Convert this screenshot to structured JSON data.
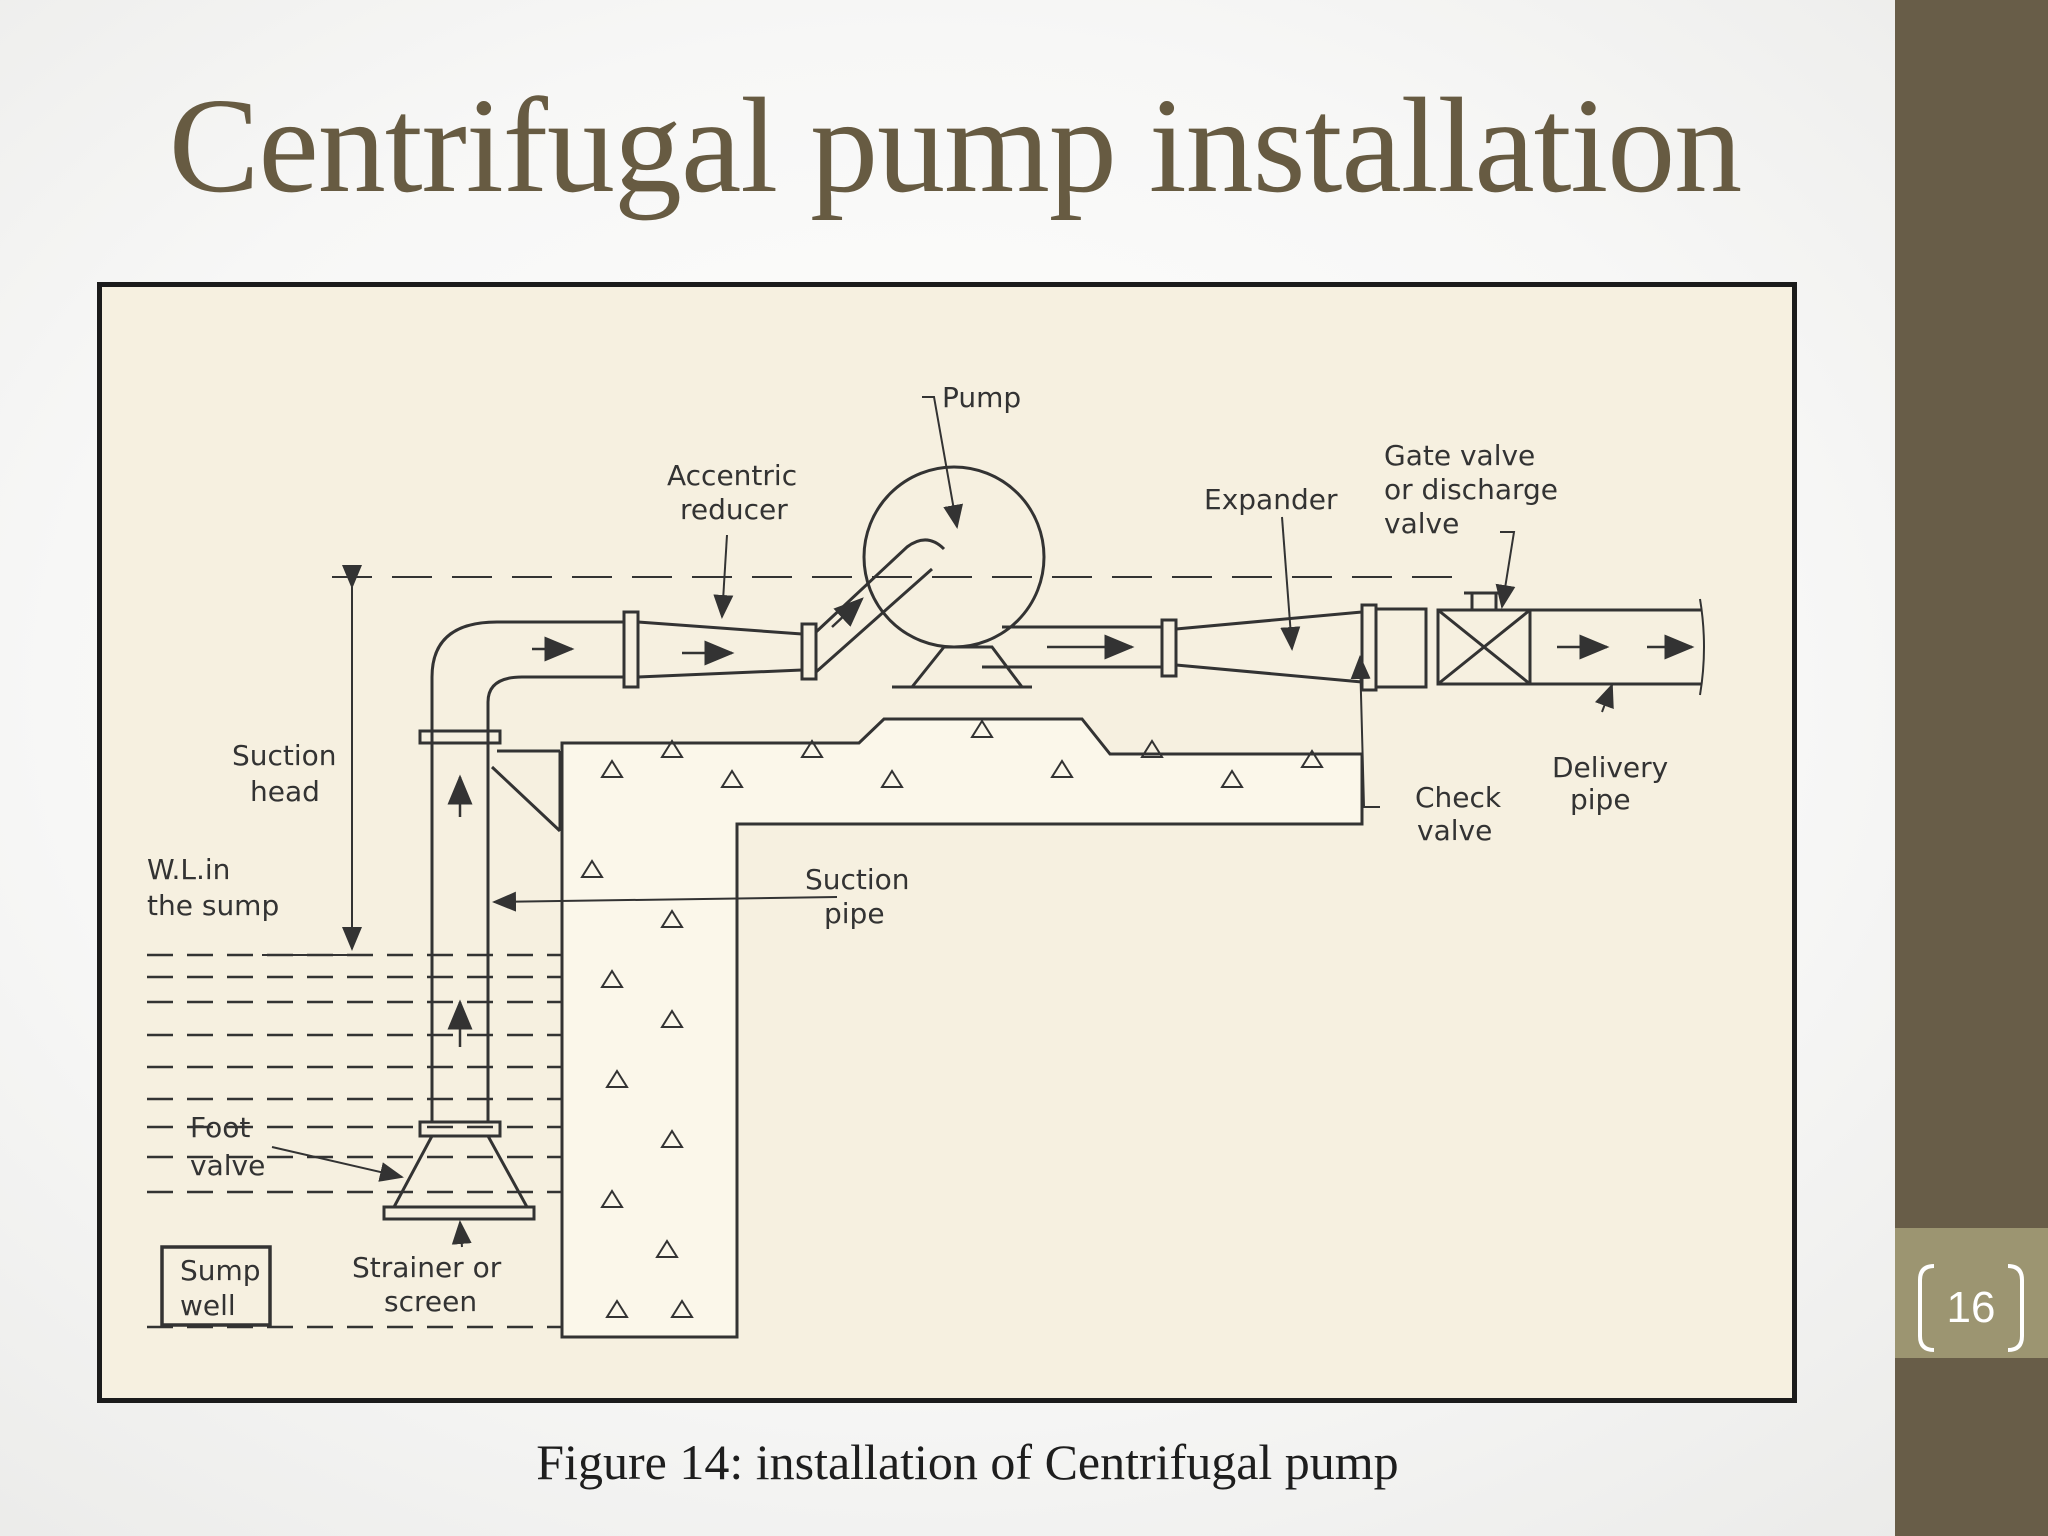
{
  "slide": {
    "title": "Centrifugal pump installation",
    "page_number": "16",
    "caption": "Figure 14: installation of Centrifugal pump"
  },
  "diagram": {
    "labels": {
      "pump": "Pump",
      "accentric_1": "Accentric",
      "accentric_2": "reducer",
      "expander": "Expander",
      "gate_1": "Gate valve",
      "gate_2": "or discharge",
      "gate_3": "valve",
      "suction_head_1": "Suction",
      "suction_head_2": "head",
      "wl_1": "W.L.in",
      "wl_2": "the sump",
      "suction_pipe_1": "Suction",
      "suction_pipe_2": "pipe",
      "check_1": "Check",
      "check_2": "valve",
      "delivery_1": "Delivery",
      "delivery_2": "pipe",
      "foot_1": "Foot",
      "foot_2": "valve",
      "sump_1": "Sump",
      "sump_2": "well",
      "strainer_1": "Strainer or",
      "strainer_2": "screen"
    }
  },
  "colors": {
    "title": "#675b42",
    "side_band": "#685d48",
    "page_box": "#9c9571",
    "figure_bg": "#f6f0e0"
  }
}
